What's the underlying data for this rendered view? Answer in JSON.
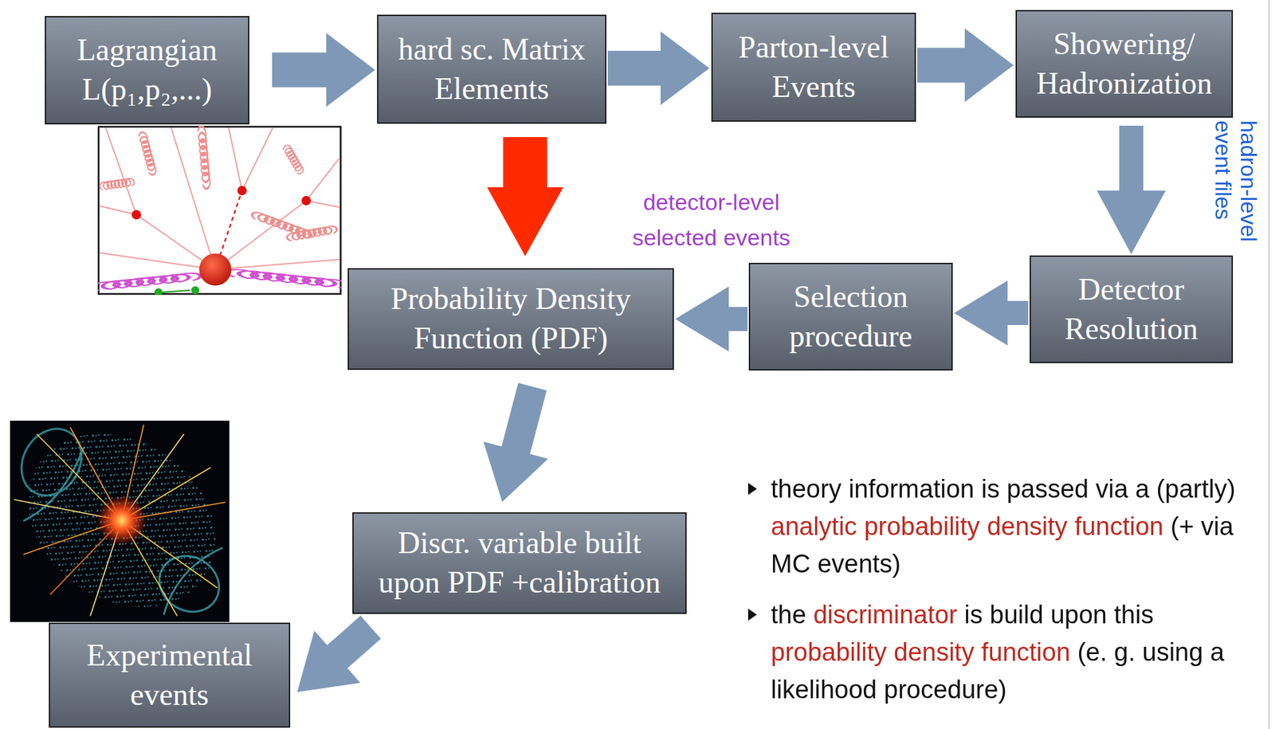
{
  "diagram": {
    "nodes": [
      {
        "text": [
          "Lagrangian L(p₁,p₂,...)"
        ]
      },
      {
        "text": [
          "hard sc. Matrix Elements"
        ]
      },
      {
        "text": [
          "Parton-level Events"
        ]
      },
      {
        "text": [
          "Showering/ Hadronization"
        ]
      },
      {
        "text": [
          "Probability Density Function (PDF)"
        ]
      },
      {
        "text": [
          "Selection procedure"
        ]
      },
      {
        "text": [
          "Detector Resolution"
        ]
      },
      {
        "text": [
          "Discr. variable built upon PDF +calibration"
        ]
      },
      {
        "text": [
          "Experimental events"
        ]
      }
    ],
    "edges": [
      {
        "from": 0,
        "to": 1,
        "arrow": "to"
      },
      {
        "from": 1,
        "to": 2,
        "arrow": "to"
      },
      {
        "from": 2,
        "to": 3,
        "arrow": "to"
      },
      {
        "from": 3,
        "to": 6,
        "arrow": "to"
      },
      {
        "from": 6,
        "to": 5,
        "arrow": "to"
      },
      {
        "from": 5,
        "to": 4,
        "arrow": "to"
      },
      {
        "from": 1,
        "to": 4,
        "arrow": "to"
      },
      {
        "from": 4,
        "to": 7,
        "arrow": "to"
      },
      {
        "from": 7,
        "to": 8,
        "arrow": "to"
      }
    ],
    "labels": [
      "detector-level selected events",
      "hadron-level event files",
      "theory information is passed via a (partly)",
      "analytic probability density function",
      "(+ via MC events)",
      "the",
      "discriminator",
      "is build upon this",
      "probability density function",
      "(e. g. using a likelihood procedure)"
    ]
  }
}
